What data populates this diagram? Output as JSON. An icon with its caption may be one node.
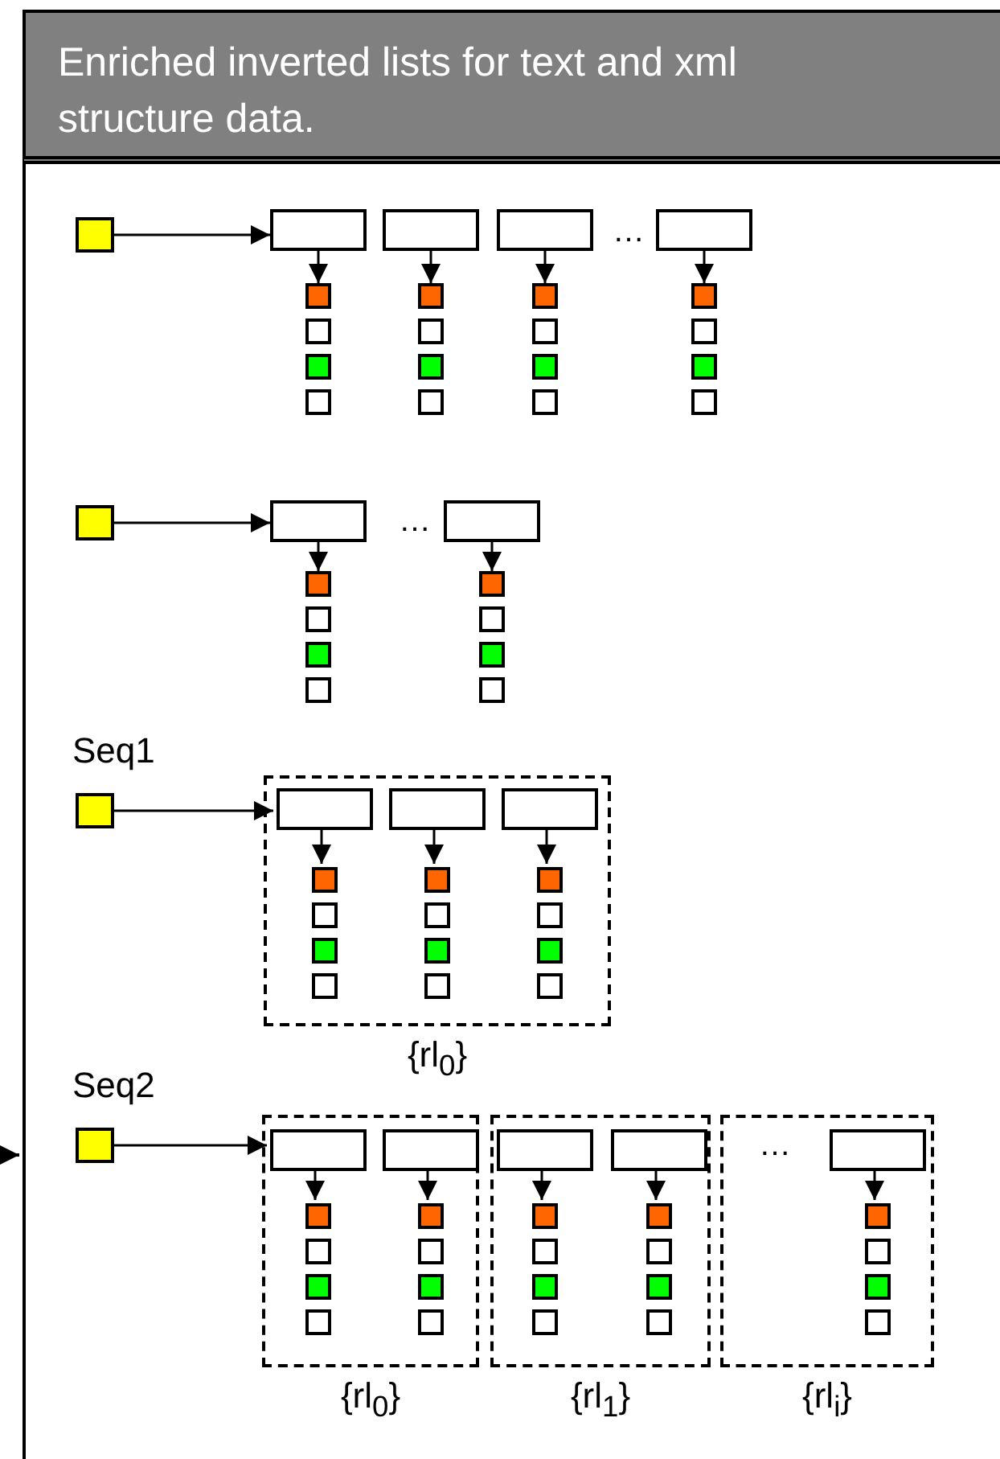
{
  "diagram": {
    "title": "Enriched inverted lists for text and xml structure data.",
    "nodes": [
      {
        "text": [],
        "shape": "box"
      },
      {
        "text": [],
        "shape": "box"
      },
      {
        "text": [],
        "shape": "box"
      },
      {
        "text": [],
        "shape": "box"
      },
      {
        "text": [],
        "shape": "box"
      },
      {
        "text": [],
        "shape": "box"
      },
      {
        "text": [],
        "shape": "box"
      },
      {
        "text": [],
        "shape": "box"
      },
      {
        "text": [],
        "shape": "box"
      },
      {
        "text": [],
        "shape": "box"
      },
      {
        "text": [],
        "shape": "box"
      },
      {
        "text": [],
        "shape": "box"
      },
      {
        "text": [],
        "shape": "box"
      },
      {
        "text": [],
        "shape": "box"
      },
      {
        "text": [],
        "shape": "box"
      },
      {
        "text": [],
        "shape": "box"
      },
      {
        "text": [],
        "shape": "box"
      },
      {
        "text": [],
        "shape": "box"
      },
      {
        "text": [],
        "shape": "box"
      },
      {
        "text": [],
        "shape": "box"
      },
      {
        "text": [],
        "shape": "box"
      },
      {
        "text": [],
        "shape": "box"
      },
      {
        "text": [],
        "shape": "box"
      },
      {
        "text": [],
        "shape": "box"
      },
      {
        "text": [],
        "shape": "box"
      },
      {
        "text": [],
        "shape": "box"
      },
      {
        "text": [],
        "shape": "box"
      },
      {
        "text": [],
        "shape": "box"
      },
      {
        "text": [],
        "shape": "box"
      },
      {
        "text": [],
        "shape": "box"
      },
      {
        "text": [],
        "shape": "box"
      },
      {
        "text": [],
        "shape": "box"
      },
      {
        "text": [],
        "shape": "box",
        "beside": [
          "Seq1"
        ]
      },
      {
        "text": [],
        "shape": "box",
        "beside": [
          "{rl$_{0}$}"
        ]
      },
      {
        "text": [],
        "shape": "box",
        "in": 33
      },
      {
        "text": [],
        "shape": "box",
        "in": 33
      },
      {
        "text": [],
        "shape": "box",
        "in": 33
      },
      {
        "text": [],
        "shape": "box",
        "in": 33
      },
      {
        "text": [],
        "shape": "box",
        "in": 33
      },
      {
        "text": [],
        "shape": "box",
        "in": 33
      },
      {
        "text": [],
        "shape": "box",
        "in": 33
      },
      {
        "text": [],
        "shape": "box",
        "in": 33
      },
      {
        "text": [],
        "shape": "box",
        "in": 33
      },
      {
        "text": [],
        "shape": "box",
        "in": 33
      },
      {
        "text": [],
        "shape": "box",
        "in": 33
      },
      {
        "text": [],
        "shape": "box",
        "in": 33
      },
      {
        "text": [],
        "shape": "box",
        "in": 33
      },
      {
        "text": [],
        "shape": "box",
        "in": 33
      },
      {
        "text": [],
        "shape": "box",
        "in": 33
      },
      {
        "text": [],
        "shape": "box",
        "beside": [
          "Seq2"
        ]
      },
      {
        "text": [],
        "shape": "box",
        "beside": [
          "{rl$_{0}$}"
        ]
      },
      {
        "text": [],
        "shape": "box",
        "in": 50
      },
      {
        "text": [],
        "shape": "box",
        "in": 50
      },
      {
        "text": [],
        "shape": "box",
        "in": 50
      },
      {
        "text": [],
        "shape": "box",
        "in": 50
      },
      {
        "text": [],
        "shape": "box",
        "in": 50
      },
      {
        "text": [],
        "shape": "box",
        "in": 50
      },
      {
        "text": [],
        "shape": "box",
        "in": 50
      },
      {
        "text": [],
        "shape": "box",
        "in": 50
      },
      {
        "text": [],
        "shape": "box",
        "in": 50
      },
      {
        "text": [],
        "shape": "box",
        "in": 50
      },
      {
        "text": [],
        "shape": "box",
        "beside": [
          "{rl$_{1}$}"
        ]
      },
      {
        "text": [],
        "shape": "box",
        "in": 61
      },
      {
        "text": [],
        "shape": "box",
        "in": 61
      },
      {
        "text": [],
        "shape": "box",
        "in": 61
      },
      {
        "text": [],
        "shape": "box",
        "in": 61
      },
      {
        "text": [],
        "shape": "box",
        "in": 61
      },
      {
        "text": [],
        "shape": "box",
        "in": 61
      },
      {
        "text": [],
        "shape": "box",
        "in": 61
      },
      {
        "text": [],
        "shape": "box",
        "in": 61
      },
      {
        "text": [],
        "shape": "box",
        "in": 61
      },
      {
        "text": [],
        "shape": "box",
        "in": 61
      },
      {
        "text": [],
        "shape": "box",
        "beside": [
          "{rl$_{i}$}"
        ]
      },
      {
        "text": [],
        "shape": "box",
        "in": 72
      },
      {
        "text": [],
        "shape": "box",
        "in": 72
      },
      {
        "text": [],
        "shape": "box",
        "in": 72
      },
      {
        "text": [],
        "shape": "box",
        "in": 72
      },
      {
        "text": [],
        "shape": "box",
        "in": 72
      }
    ],
    "edges": [
      {
        "from": 0,
        "to": 1,
        "arrow": "to"
      },
      {
        "from": 1,
        "to": 5,
        "arrow": "to"
      },
      {
        "from": 2,
        "to": 9,
        "arrow": "to"
      },
      {
        "from": 3,
        "to": 13,
        "arrow": "to"
      },
      {
        "from": 4,
        "to": 17,
        "arrow": "to"
      },
      {
        "from": 21,
        "to": 22,
        "arrow": "to"
      },
      {
        "from": 22,
        "to": 24,
        "arrow": "to"
      },
      {
        "from": 23,
        "to": 28,
        "arrow": "to"
      },
      {
        "from": 32,
        "to": 34,
        "arrow": "to"
      },
      {
        "from": 34,
        "to": 37,
        "arrow": "to"
      },
      {
        "from": 35,
        "to": 41,
        "arrow": "to"
      },
      {
        "from": 36,
        "to": 45,
        "arrow": "to"
      },
      {
        "from": 49,
        "to": 51,
        "arrow": "to"
      },
      {
        "from": 51,
        "to": 53,
        "arrow": "to"
      },
      {
        "from": 52,
        "to": 57,
        "arrow": "to"
      },
      {
        "from": 62,
        "to": 64,
        "arrow": "to"
      },
      {
        "from": 63,
        "to": 68,
        "arrow": "to"
      },
      {
        "from": 73,
        "to": 74,
        "arrow": "to"
      }
    ],
    "labels": [
      "…",
      "…",
      "…"
    ]
  }
}
